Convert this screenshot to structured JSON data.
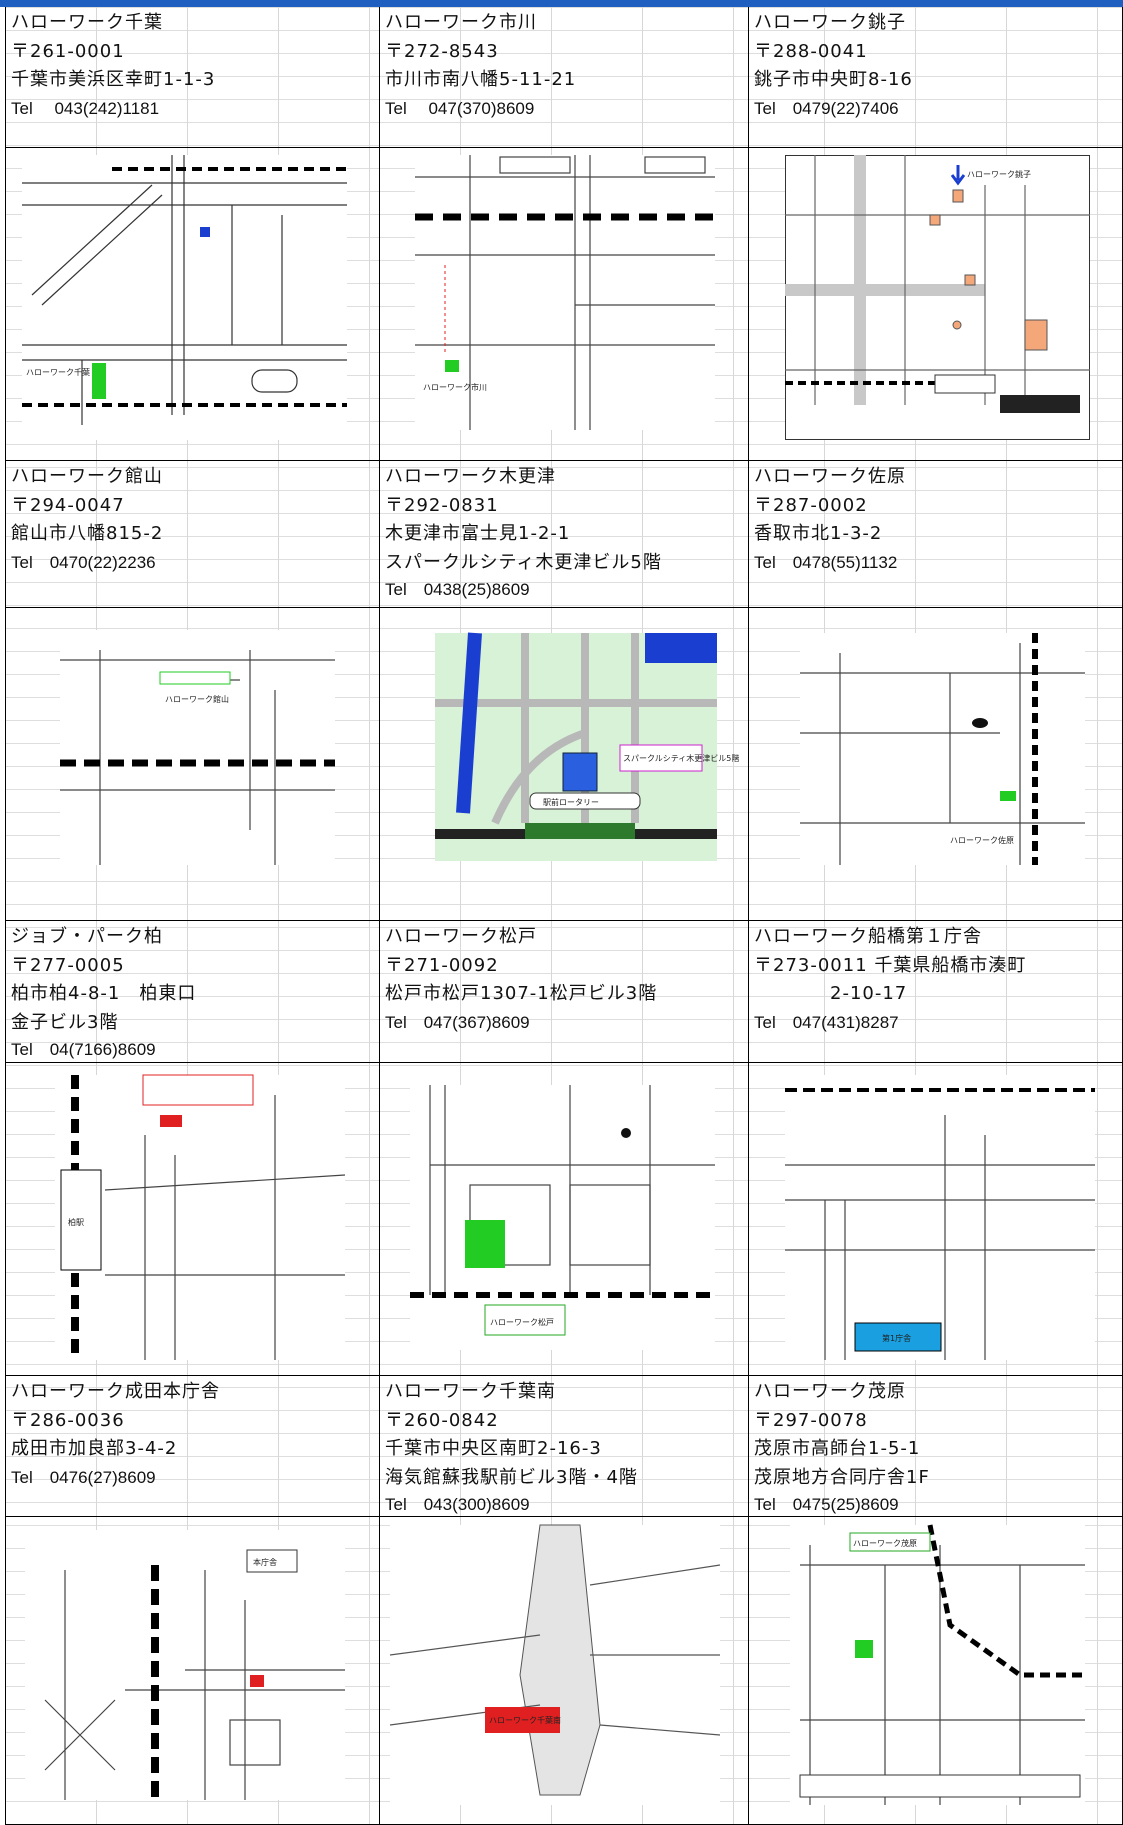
{
  "offices": [
    {
      "name": "ハローワーク千葉",
      "postal": "〒261-0001",
      "addr1": "千葉市美浜区幸町1-1-3",
      "addr2": "",
      "tel": "Tel　 043(242)1181"
    },
    {
      "name": "ハローワーク市川",
      "postal": "〒272-8543",
      "addr1": "市川市南八幡5-11-21",
      "addr2": "",
      "tel": "Tel　 047(370)8609"
    },
    {
      "name": "ハローワーク銚子",
      "postal": "〒288-0041",
      "addr1": "銚子市中央町8-16",
      "addr2": "",
      "tel": "Tel　0479(22)7406"
    },
    {
      "name": "ハローワーク館山",
      "postal": "〒294-0047",
      "addr1": "館山市八幡815-2",
      "addr2": "",
      "tel": "Tel　0470(22)2236"
    },
    {
      "name": "ハローワーク木更津",
      "postal": "〒292-0831",
      "addr1": "木更津市富士見1-2-1",
      "addr2": "スパークルシティ木更津ビル5階",
      "tel": "Tel　0438(25)8609"
    },
    {
      "name": "ハローワーク佐原",
      "postal": "〒287-0002",
      "addr1": "香取市北1-3-2",
      "addr2": "",
      "tel": "Tel　0478(55)1132"
    },
    {
      "name": "ジョブ・パーク柏",
      "postal": "〒277-0005",
      "addr1": "柏市柏4-8-1　柏東口",
      "addr2": "金子ビル3階",
      "tel": "Tel　04(7166)8609"
    },
    {
      "name": "ハローワーク松戸",
      "postal": " 〒271-0092",
      "addr1": "松戸市松戸1307-1松戸ビル3階",
      "addr2": "",
      "tel": "Tel　047(367)8609"
    },
    {
      "name": "ハローワーク船橋第１庁舎",
      "postal": "〒273-0011 千葉県船橋市湊町",
      "addr1": "　　　　2-10-17",
      "addr2": "",
      "tel": "Tel　047(431)8287"
    },
    {
      "name": "ハローワーク成田本庁舎",
      "postal": "〒286-0036",
      "addr1": "成田市加良部3-4-2",
      "addr2": "",
      "tel": "Tel　0476(27)8609"
    },
    {
      "name": "ハローワーク千葉南",
      "postal": "〒260-0842",
      "addr1": "千葉市中央区南町2-16-3",
      "addr2": "海気館蘇我駅前ビル3階・4階",
      "tel": "Tel　043(300)8609"
    },
    {
      "name": "ハローワーク茂原",
      "postal": "〒297-0078",
      "addr1": "茂原市高師台1-5-1",
      "addr2": "茂原地方合同庁舎1F",
      "tel": "Tel　0475(25)8609"
    }
  ],
  "map_labels": {
    "choshi_office": "ハローワーク銚子",
    "kisarazu_building": "スパークルシティ木更津ビル5階",
    "kisarazu_rotary": "駅前ロータリー",
    "funabashi_annex": "第1庁舎",
    "matsudo_office": "ハローワーク松戸",
    "chiba_office": "ハローワーク千葉",
    "ichikawa_office": "ハローワーク市川",
    "tateyama_office": "ハローワーク館山",
    "sawara_office": "ハローワーク佐原",
    "kashiwa_station": "柏駅",
    "narita_office": "本庁舎",
    "chibaminami_office": "ハローワーク千葉南",
    "mobara_office": "ハローワーク茂原"
  },
  "colors": {
    "header_bar": "#1f5fbf",
    "office_marker": "#22cc22",
    "red_marker": "#e02020",
    "blue_marker": "#1a3fd0",
    "kisarazu_bg": "#d8f2d8",
    "funabashi_box": "#1aa0e0"
  }
}
